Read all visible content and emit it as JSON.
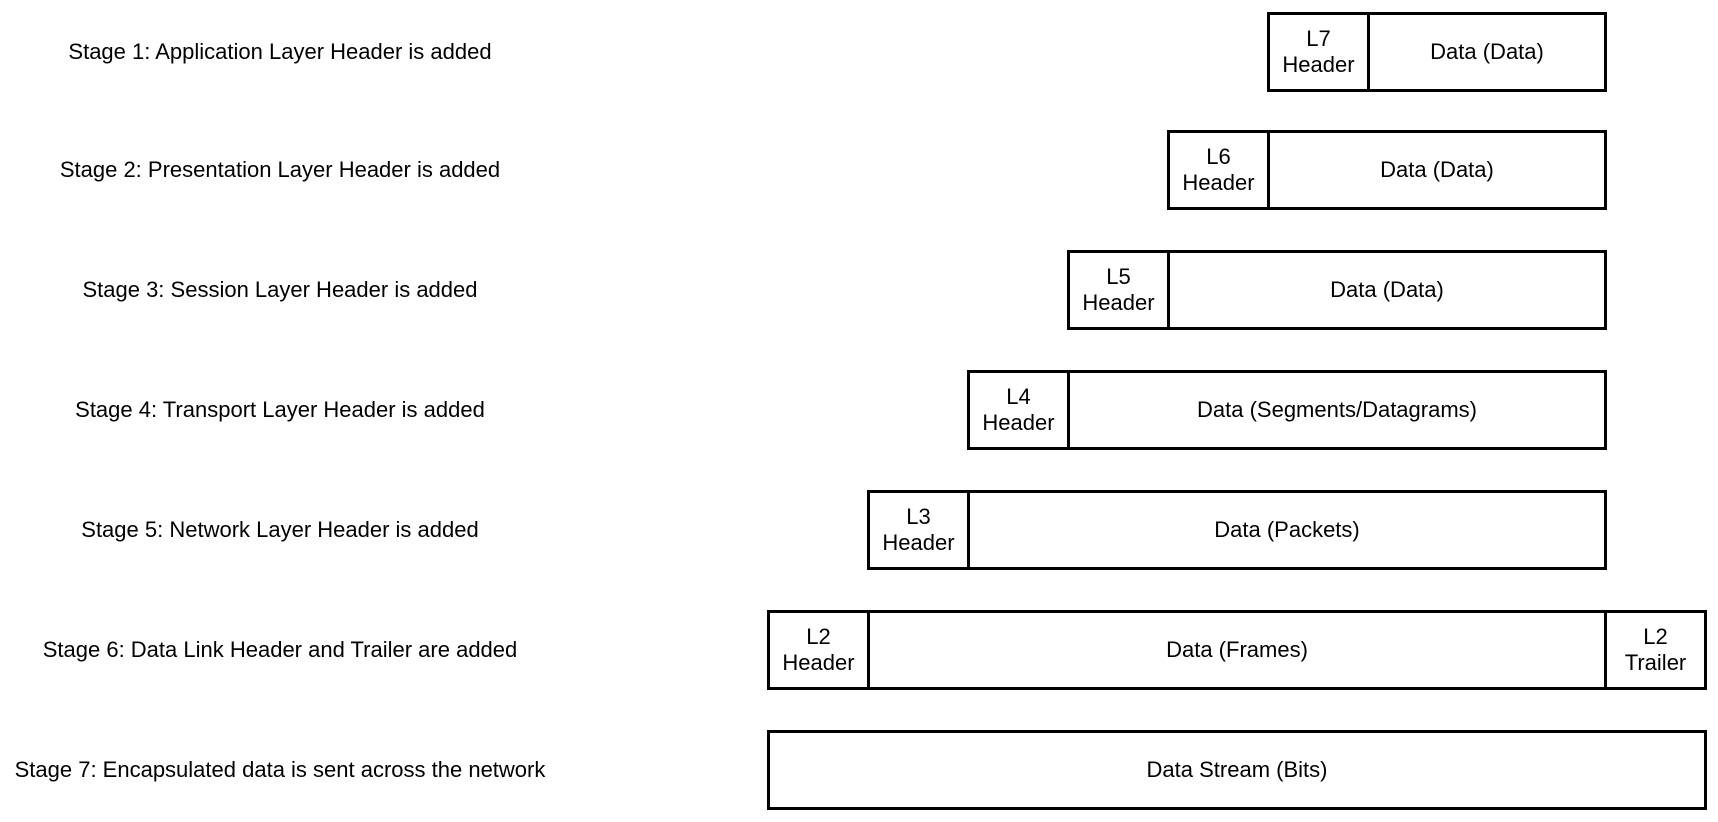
{
  "stages": [
    {
      "label": "Stage 1: Application Layer Header is added",
      "header_line1": "L7",
      "header_line2": "Header",
      "data": "Data (Data)"
    },
    {
      "label": "Stage 2: Presentation Layer Header is added",
      "header_line1": "L6",
      "header_line2": "Header",
      "data": "Data (Data)"
    },
    {
      "label": "Stage 3: Session Layer Header is added",
      "header_line1": "L5",
      "header_line2": "Header",
      "data": "Data (Data)"
    },
    {
      "label": "Stage 4: Transport Layer Header is added",
      "header_line1": "L4",
      "header_line2": "Header",
      "data": "Data (Segments/Datagrams)"
    },
    {
      "label": "Stage 5: Network Layer Header is added",
      "header_line1": "L3",
      "header_line2": "Header",
      "data": "Data (Packets)"
    },
    {
      "label": "Stage 6: Data Link Header and Trailer are added",
      "header_line1": "L2",
      "header_line2": "Header",
      "data": "Data (Frames)",
      "trailer_line1": "L2",
      "trailer_line2": "Trailer"
    },
    {
      "label": "Stage 7: Encapsulated data is sent across the network",
      "data": "Data Stream (Bits)"
    }
  ],
  "colors": {
    "background": "#ffffff",
    "border": "#000000",
    "text": "#000000"
  }
}
